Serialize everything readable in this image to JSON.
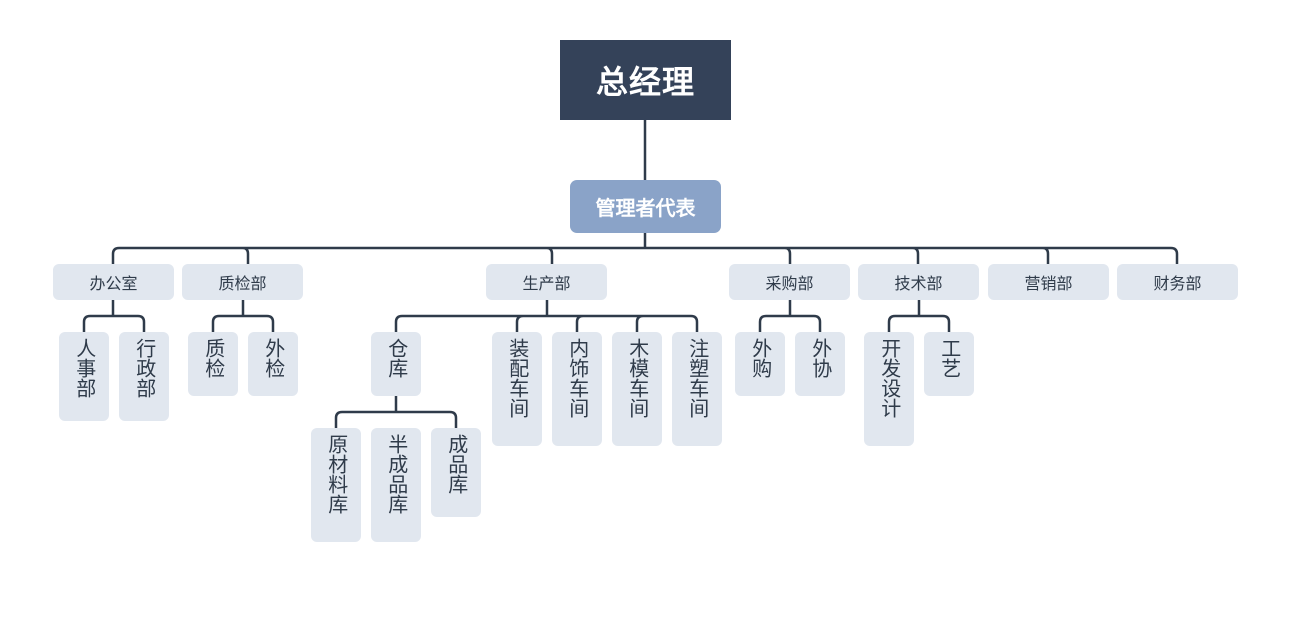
{
  "root": {
    "label": "总经理"
  },
  "representative": {
    "label": "管理者代表"
  },
  "departments": [
    {
      "label": "办公室",
      "children": [
        "人事部",
        "行政部"
      ]
    },
    {
      "label": "质检部",
      "children": [
        "质检",
        "外检"
      ]
    },
    {
      "label": "生产部",
      "children": [
        "仓库",
        "装配车间",
        "内饰车间",
        "木模车间",
        "注塑车间"
      ]
    },
    {
      "label": "采购部",
      "children": [
        "外购",
        "外协"
      ]
    },
    {
      "label": "技术部",
      "children": [
        "开发设计",
        "工艺"
      ]
    },
    {
      "label": "营销部",
      "children": []
    },
    {
      "label": "财务部",
      "children": []
    }
  ],
  "warehouse": {
    "label": "仓库",
    "children": [
      "原材料库",
      "半成品库",
      "成品库"
    ]
  },
  "colors": {
    "root": "#344259",
    "rep": "#8aa3c8",
    "node": "#e1e7ef",
    "line": "#2f3b4a"
  }
}
